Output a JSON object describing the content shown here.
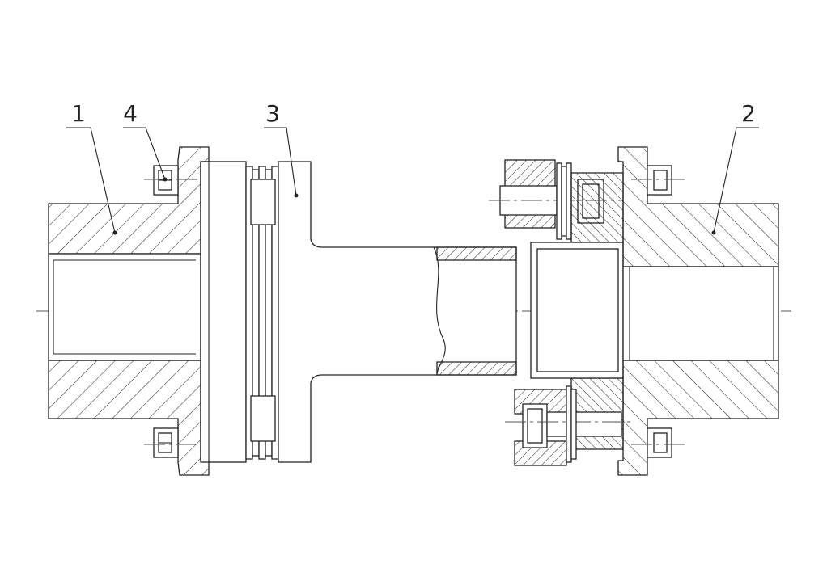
{
  "labels": {
    "part1": "1",
    "part2": "2",
    "part3": "3",
    "part4": "4"
  },
  "colors": {
    "line": "#222222",
    "background": "#ffffff"
  }
}
